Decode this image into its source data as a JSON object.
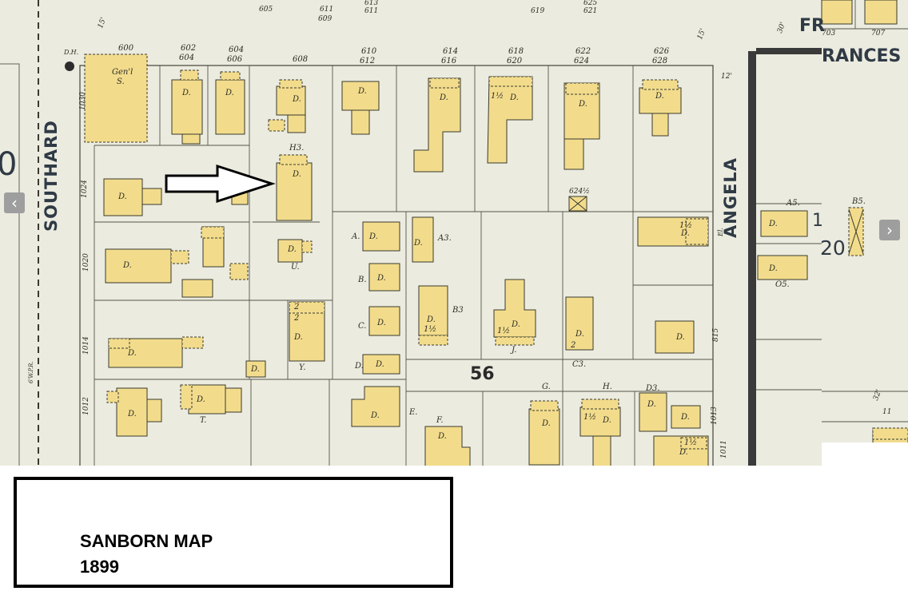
{
  "map": {
    "streets": {
      "southard": "SOUTHARD",
      "angela": "ANGELA",
      "frances_top": "FR",
      "frances": "RANCES"
    },
    "block_number": "56",
    "inset_numbers": {
      "left_digit": "0",
      "right_number": "20",
      "right_digit": "1"
    },
    "top_addresses": [
      [
        "600",
        "600"
      ],
      [
        "602",
        "604"
      ],
      [
        "604",
        "606"
      ],
      [
        "608",
        "608"
      ],
      [
        "610",
        "612"
      ],
      [
        "614",
        "616"
      ],
      [
        "618",
        "620"
      ],
      [
        "622",
        "624"
      ],
      [
        "626",
        "628"
      ]
    ],
    "far_top_numbers": [
      "605",
      "611",
      "609",
      "613",
      "611",
      "619",
      "625",
      "621",
      "703",
      "707"
    ],
    "side_addresses": [
      "1030",
      "1024",
      "1020",
      "1014",
      "1012",
      "815",
      "1013",
      "1011"
    ],
    "building_labels": {
      "store": "S.",
      "store_class": "Gen'l",
      "dwelling": "D.",
      "one": "1",
      "two": "2",
      "one_half": "1½",
      "dh": "D.H.",
      "h3": "H3.",
      "u": "U.",
      "y": "Y.",
      "t": "T.",
      "a": "A.",
      "b": "B.",
      "c": "C.",
      "d": "D.",
      "a3": "A3.",
      "b3": "B3",
      "j": "J.",
      "c3": "C3.",
      "e": "E.",
      "f": "F.",
      "g": "G.",
      "h": "H.",
      "d3": "D3.",
      "a5": "A5.",
      "b5": "B5.",
      "o5": "O5.",
      "rear_624": "624½",
      "el": "El."
    },
    "widths": [
      "15'",
      "12'",
      "15'",
      "30'",
      "32'",
      "11",
      "6'W.P.R."
    ],
    "nav": {
      "prev_icon": "‹",
      "next_icon": "›"
    }
  },
  "caption": {
    "line1": "SANBORN MAP",
    "line2": "1899"
  },
  "colors": {
    "building": "#f2dc8c",
    "paper": "#ebebdf",
    "street_label": "#2f3a45"
  }
}
